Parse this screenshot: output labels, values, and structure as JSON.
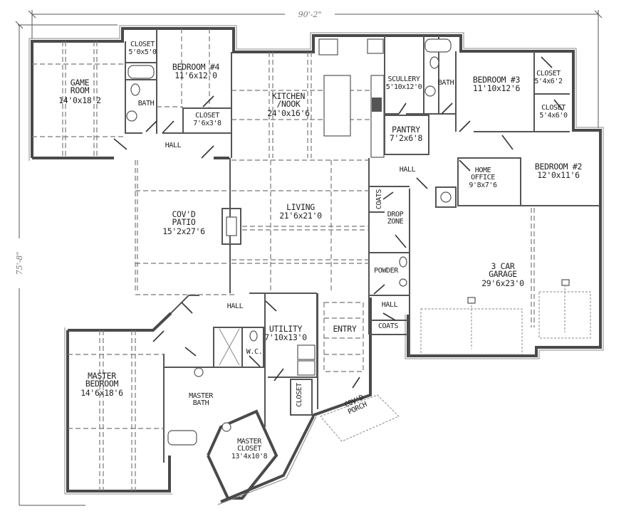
{
  "dimensions": {
    "width": "90'-2\"",
    "depth": "75'-8\""
  },
  "rooms": {
    "game_room": {
      "name_1": "GAME",
      "name_2": "ROOM",
      "size": "14'0x18'2"
    },
    "closet_game": {
      "name": "CLOSET",
      "size": "5'0x5'0"
    },
    "bath_west": {
      "name": "BATH"
    },
    "bedroom4": {
      "name": "BEDROOM #4",
      "size": "11'6x12'0"
    },
    "closet_bed4": {
      "name": "CLOSET",
      "size": "7'6x3'8"
    },
    "hall_west": {
      "name": "HALL"
    },
    "kitchen": {
      "name_1": "KITCHEN",
      "name_2": "/NOOK",
      "size": "24'0x16'6"
    },
    "scullery": {
      "name": "SCULLERY",
      "size": "5'10x12'0"
    },
    "pantry": {
      "name": "PANTRY",
      "size": "7'2x6'8"
    },
    "bath_east": {
      "name": "BATH"
    },
    "bedroom3": {
      "name": "BEDROOM #3",
      "size": "11'10x12'6"
    },
    "closet_bed3a": {
      "name": "CLOSET",
      "size": "5'4x6'2"
    },
    "closet_bed3b": {
      "name": "CLOSET",
      "size": "5'4x6'0"
    },
    "hall_east": {
      "name": "HALL"
    },
    "home_office": {
      "name_1": "HOME",
      "name_2": "OFFICE",
      "size": "9'8x7'6"
    },
    "bedroom2": {
      "name": "BEDROOM #2",
      "size": "12'0x11'6"
    },
    "coats_north": {
      "name": "COATS"
    },
    "drop_zone": {
      "name_1": "DROP",
      "name_2": "ZONE"
    },
    "patio": {
      "name_1": "COV'D",
      "name_2": "PATIO",
      "size": "15'2x27'6"
    },
    "living": {
      "name": "LIVING",
      "size": "21'6x21'0"
    },
    "powder": {
      "name": "POWDER"
    },
    "garage": {
      "name_1": "3 CAR",
      "name_2": "GARAGE",
      "size": "29'6x23'0"
    },
    "hall_south_east": {
      "name": "HALL"
    },
    "coats_south": {
      "name": "COATS"
    },
    "hall_master": {
      "name": "HALL"
    },
    "utility": {
      "name": "UTILITY",
      "size": "7'10x13'0"
    },
    "wc": {
      "name": "W.C."
    },
    "entry": {
      "name": "ENTRY"
    },
    "master_bedroom": {
      "name_1": "MASTER",
      "name_2": "BEDROOM",
      "size": "14'6x18'6"
    },
    "master_bath": {
      "name_1": "MASTER",
      "name_2": "BATH"
    },
    "closet_utility": {
      "name": "CLOSET"
    },
    "porch": {
      "name_1": "COV'D",
      "name_2": "PORCH"
    },
    "master_closet": {
      "name_1": "MASTER",
      "name_2": "CLOSET",
      "size": "13'4x10'8"
    }
  }
}
